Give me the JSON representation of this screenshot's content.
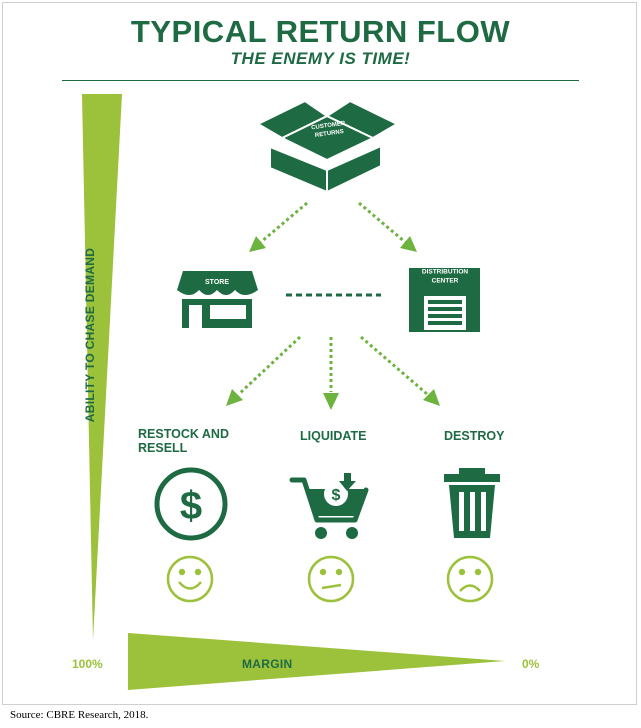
{
  "header": {
    "title": "TYPICAL RETURN FLOW",
    "subtitle": "THE ENEMY IS TIME!"
  },
  "nodes": {
    "returns_box": "CUSTOMER RETURNS",
    "store": "STORE",
    "distribution_center": "DISTRIBUTION CENTER"
  },
  "outcomes": {
    "restock": "RESTOCK AND RESELL",
    "liquidate": "LIQUIDATE",
    "destroy": "DESTROY"
  },
  "axes": {
    "vertical_label": "ABILITY TO CHASE DEMAND",
    "horizontal_label": "MARGIN",
    "left_value": "100%",
    "right_value": "0%"
  },
  "footer": {
    "source": "Source:  CBRE Research, 2018."
  },
  "colors": {
    "dark_green": "#1e6b43",
    "lime_green": "#9cc13b",
    "arrow_green": "#6db33f"
  }
}
